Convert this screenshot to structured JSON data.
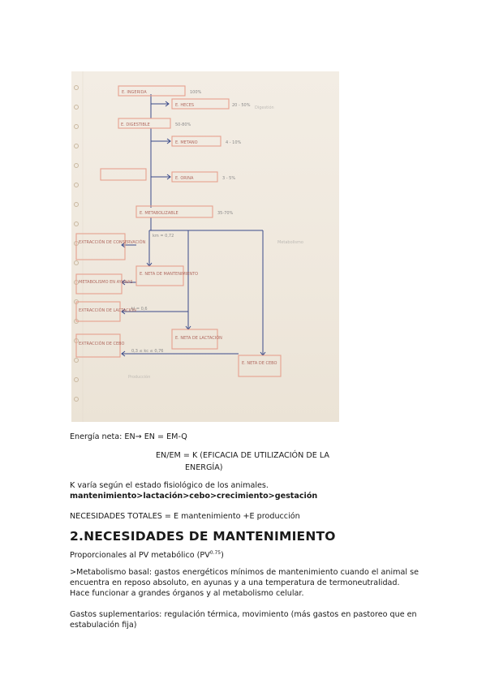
{
  "diagram": {
    "nodes": {
      "ingerida": {
        "label": "E. INGERIDA",
        "pct": "100%"
      },
      "heces": {
        "label": "E. HECES",
        "pct": "20 - 50%"
      },
      "digestible": {
        "label": "E. DIGESTIBLE",
        "pct": "50-80%"
      },
      "metano": {
        "label": "E. METANO",
        "pct": "4 - 10%"
      },
      "orina": {
        "label": "E. ORINA",
        "pct": "3 - 5%"
      },
      "metabolizable": {
        "label": "E. METABOLIZABLE",
        "pct": "35-70%"
      },
      "mantenimiento": {
        "label": "E. NETA DE MANTENIMIENTO"
      },
      "lactacion": {
        "label": "E. NETA DE LACTACIÓN"
      },
      "cebo": {
        "label": "E. NETA DE CEBO"
      },
      "extr_conservacion": {
        "label": "EXTRACCIÓN DE CONSERVACIÓN"
      },
      "metabolismo_ayunas": {
        "label": "METABOLISMO EN AYUNAS"
      },
      "extr_lactacion": {
        "label": "EXTRACCIÓN DE LACTACIÓN"
      },
      "extr_cebo": {
        "label": "EXTRACCIÓN DE CEBO"
      }
    },
    "k_values": {
      "mantenimiento": "km = 0,72",
      "lactacion": "kl = 0,6",
      "cebo": "0,3 ≤ kc ≤ 0,76"
    },
    "side_notes": {
      "digestion": "Digestión",
      "metabolismo": "Metabolismo",
      "produccion": "Producción"
    },
    "border_color": "#e6a08e",
    "line_color": "#3a4a8a"
  },
  "text": {
    "energia_neta": "Energía neta: EN→ EN = EM-Q",
    "en_em_line1": "EN/EM = K (EFICACIA DE UTILIZACIÓN DE LA",
    "en_em_line2": "ENERGÍA)",
    "k_varia": "K varía según el estado fisiológico de los animales.",
    "orden": "mantenimiento>lactación>cebo>crecimiento>gestación",
    "necesidades": "NECESIDADES TOTALES = E mantenimiento +E producción",
    "heading": "2.NECESIDADES DE MANTENIMIENTO",
    "proporcionales": "Proporcionales al PV metabólico (PV",
    "exponent": "0.75",
    "proporcionales_end": ")",
    "metabolismo_basal": ">Metabolismo basal: gastos energéticos mínimos de mantenimiento cuando el animal se encuentra en reposo absoluto, en ayunas y a una temperatura de termoneutralidad. Hace funcionar a grandes órganos y al metabolismo celular.",
    "gastos": "Gastos suplementarios: regulación térmica, movimiento (más gastos en pastoreo que en estabulación fija)"
  }
}
